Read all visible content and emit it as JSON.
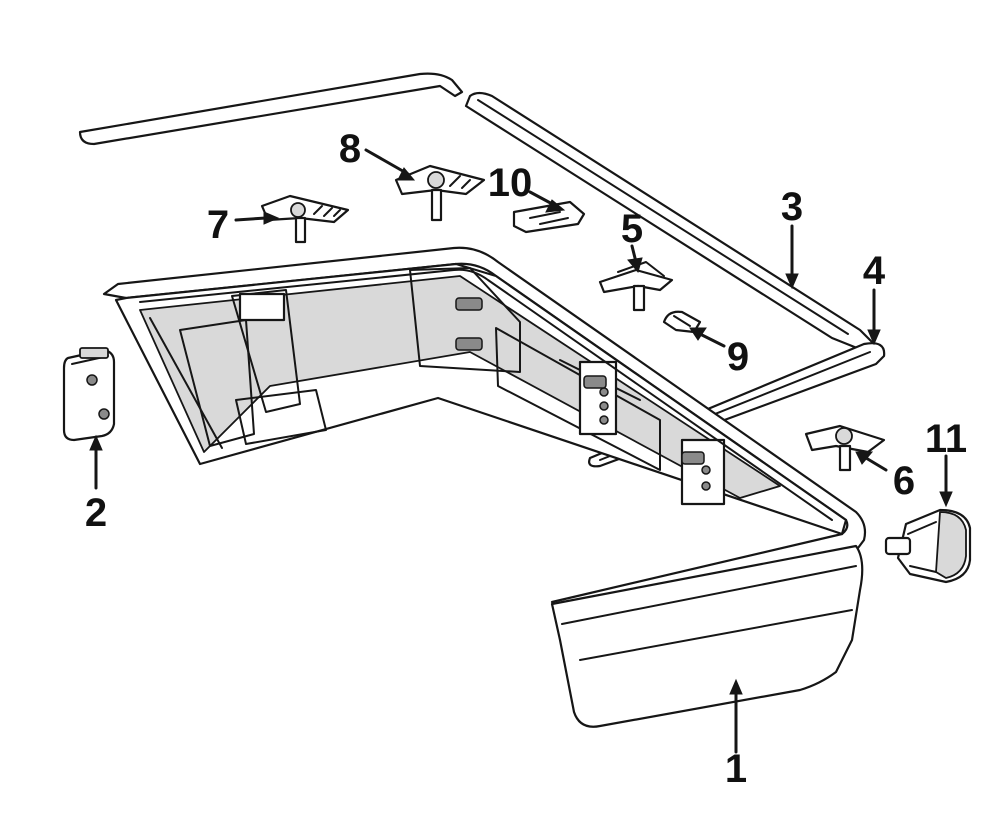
{
  "callouts": {
    "c1": "1",
    "c2": "2",
    "c3": "3",
    "c4": "4",
    "c5": "5",
    "c6": "6",
    "c7": "7",
    "c8": "8",
    "c9": "9",
    "c10": "10",
    "c11": "11"
  },
  "ink_color": "#161616",
  "background": "#ffffff"
}
